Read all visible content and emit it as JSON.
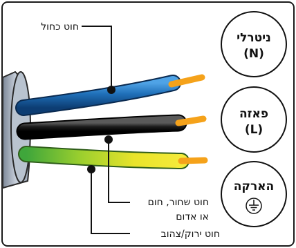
{
  "colors": {
    "frame": "#1a1a1a",
    "leader": "#111111",
    "blue_wire": "#1f6fb8",
    "black_wire": "#1c1c1c",
    "green_yellow_wire": "#9bcf2e",
    "copper": "#f5a21a",
    "cable_jacket": "#aab4c2"
  },
  "wire_labels": {
    "blue": "חוט כחול",
    "black_line1": "חוט שחור, חום",
    "black_line2": "או אדום",
    "ground": "חוט ירוק/צהוב"
  },
  "badges": {
    "neutral": {
      "title": "ניטרלי",
      "symbol": "(N)",
      "icon": "none"
    },
    "phase": {
      "title": "פאזה",
      "symbol": "(L)",
      "icon": "none"
    },
    "ground": {
      "title": "הארקה",
      "icon": "ground-symbol-icon"
    }
  }
}
